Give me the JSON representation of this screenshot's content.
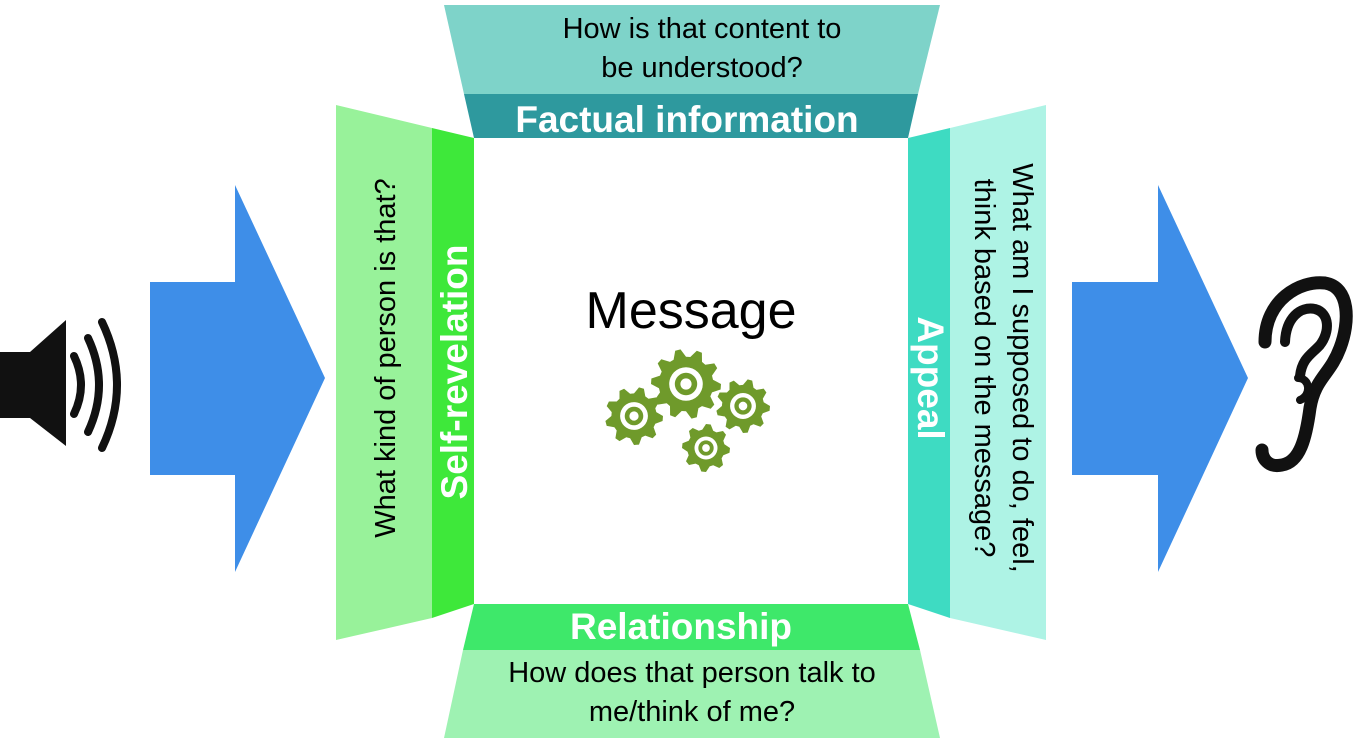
{
  "center": {
    "title": "Message",
    "icon": "gears-icon",
    "icon_color": "#6f9a2b"
  },
  "sides": {
    "factual": {
      "label": "Factual information",
      "question_line1": "How is that content to",
      "question_line2": "be understood?",
      "band_color": "#2e999e",
      "panel_color": "#7ed3c9"
    },
    "self_revelation": {
      "label": "Self-revelation",
      "question": "What kind of person is that?",
      "band_color": "#3ee83a",
      "panel_color": "#98f29a"
    },
    "appeal": {
      "label": "Appeal",
      "question_line1": "What am I supposed to do, feel,",
      "question_line2": "think based on the message?",
      "band_color": "#3edbc2",
      "panel_color": "#aef3e5"
    },
    "relationship": {
      "label": "Relationship",
      "question_line1": "How does that person talk to",
      "question_line2": "me/think of me?",
      "band_color": "#3ee86a",
      "panel_color": "#9ef2b2"
    }
  },
  "sender": {
    "icon": "speaker-icon"
  },
  "receiver": {
    "icon": "ear-icon"
  },
  "arrow_color": "#3e8ee8"
}
